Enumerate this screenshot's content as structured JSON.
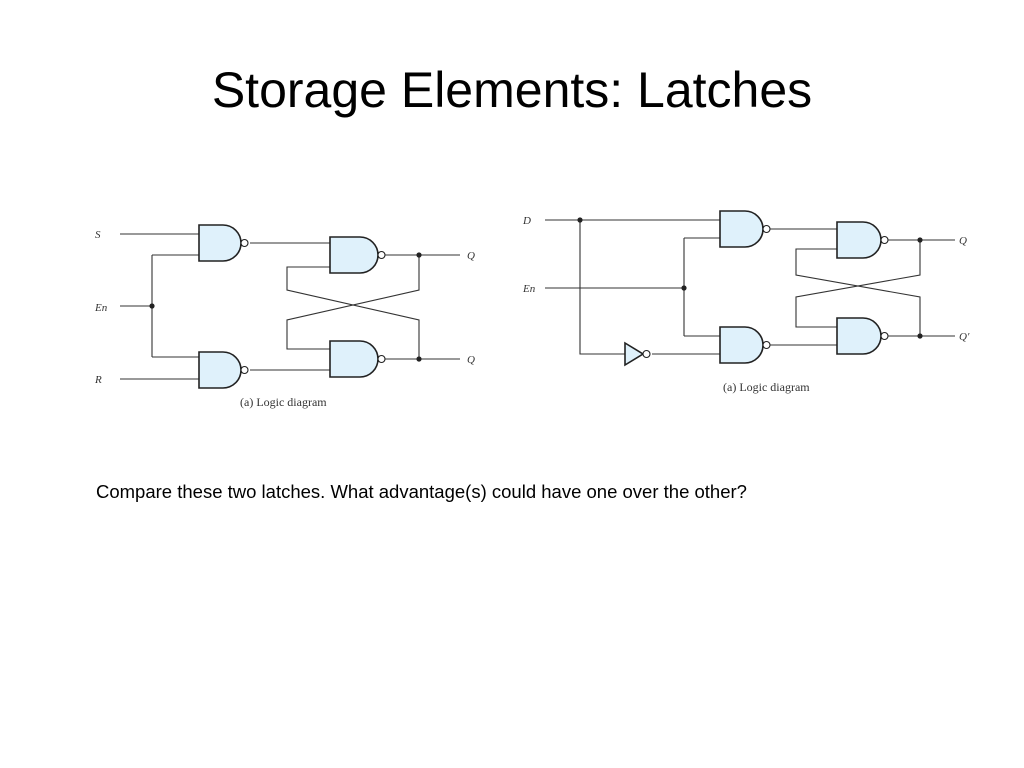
{
  "slide": {
    "title": "Storage Elements: Latches",
    "question": "Compare these two latches. What advantage(s) could have one over the other?"
  },
  "diagrams": {
    "sr_latch": {
      "inputs": {
        "s": "S",
        "en": "En",
        "r": "R"
      },
      "outputs": {
        "top": "Q",
        "bottom": "Q"
      },
      "caption": "(a) Logic diagram"
    },
    "d_latch": {
      "inputs": {
        "d": "D",
        "en": "En"
      },
      "outputs": {
        "top": "Q",
        "bottom": "Q′"
      },
      "caption": "(a) Logic diagram"
    }
  },
  "colors": {
    "gate_fill": "#dff1fb",
    "gate_stroke": "#222222",
    "wire": "#333333"
  }
}
